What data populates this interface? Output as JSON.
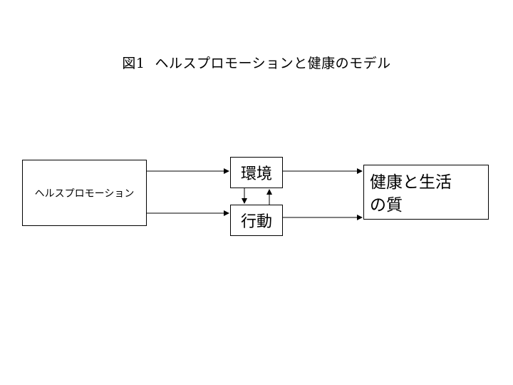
{
  "title": {
    "figure_no": "図1",
    "text": "ヘルスプロモーションと健康のモデル"
  },
  "nodes": {
    "health_promotion": "ヘルスプロモーション",
    "environment": "環境",
    "behavior": "行動",
    "outcome_line1": "健康と生活",
    "outcome_line2": "の質"
  }
}
